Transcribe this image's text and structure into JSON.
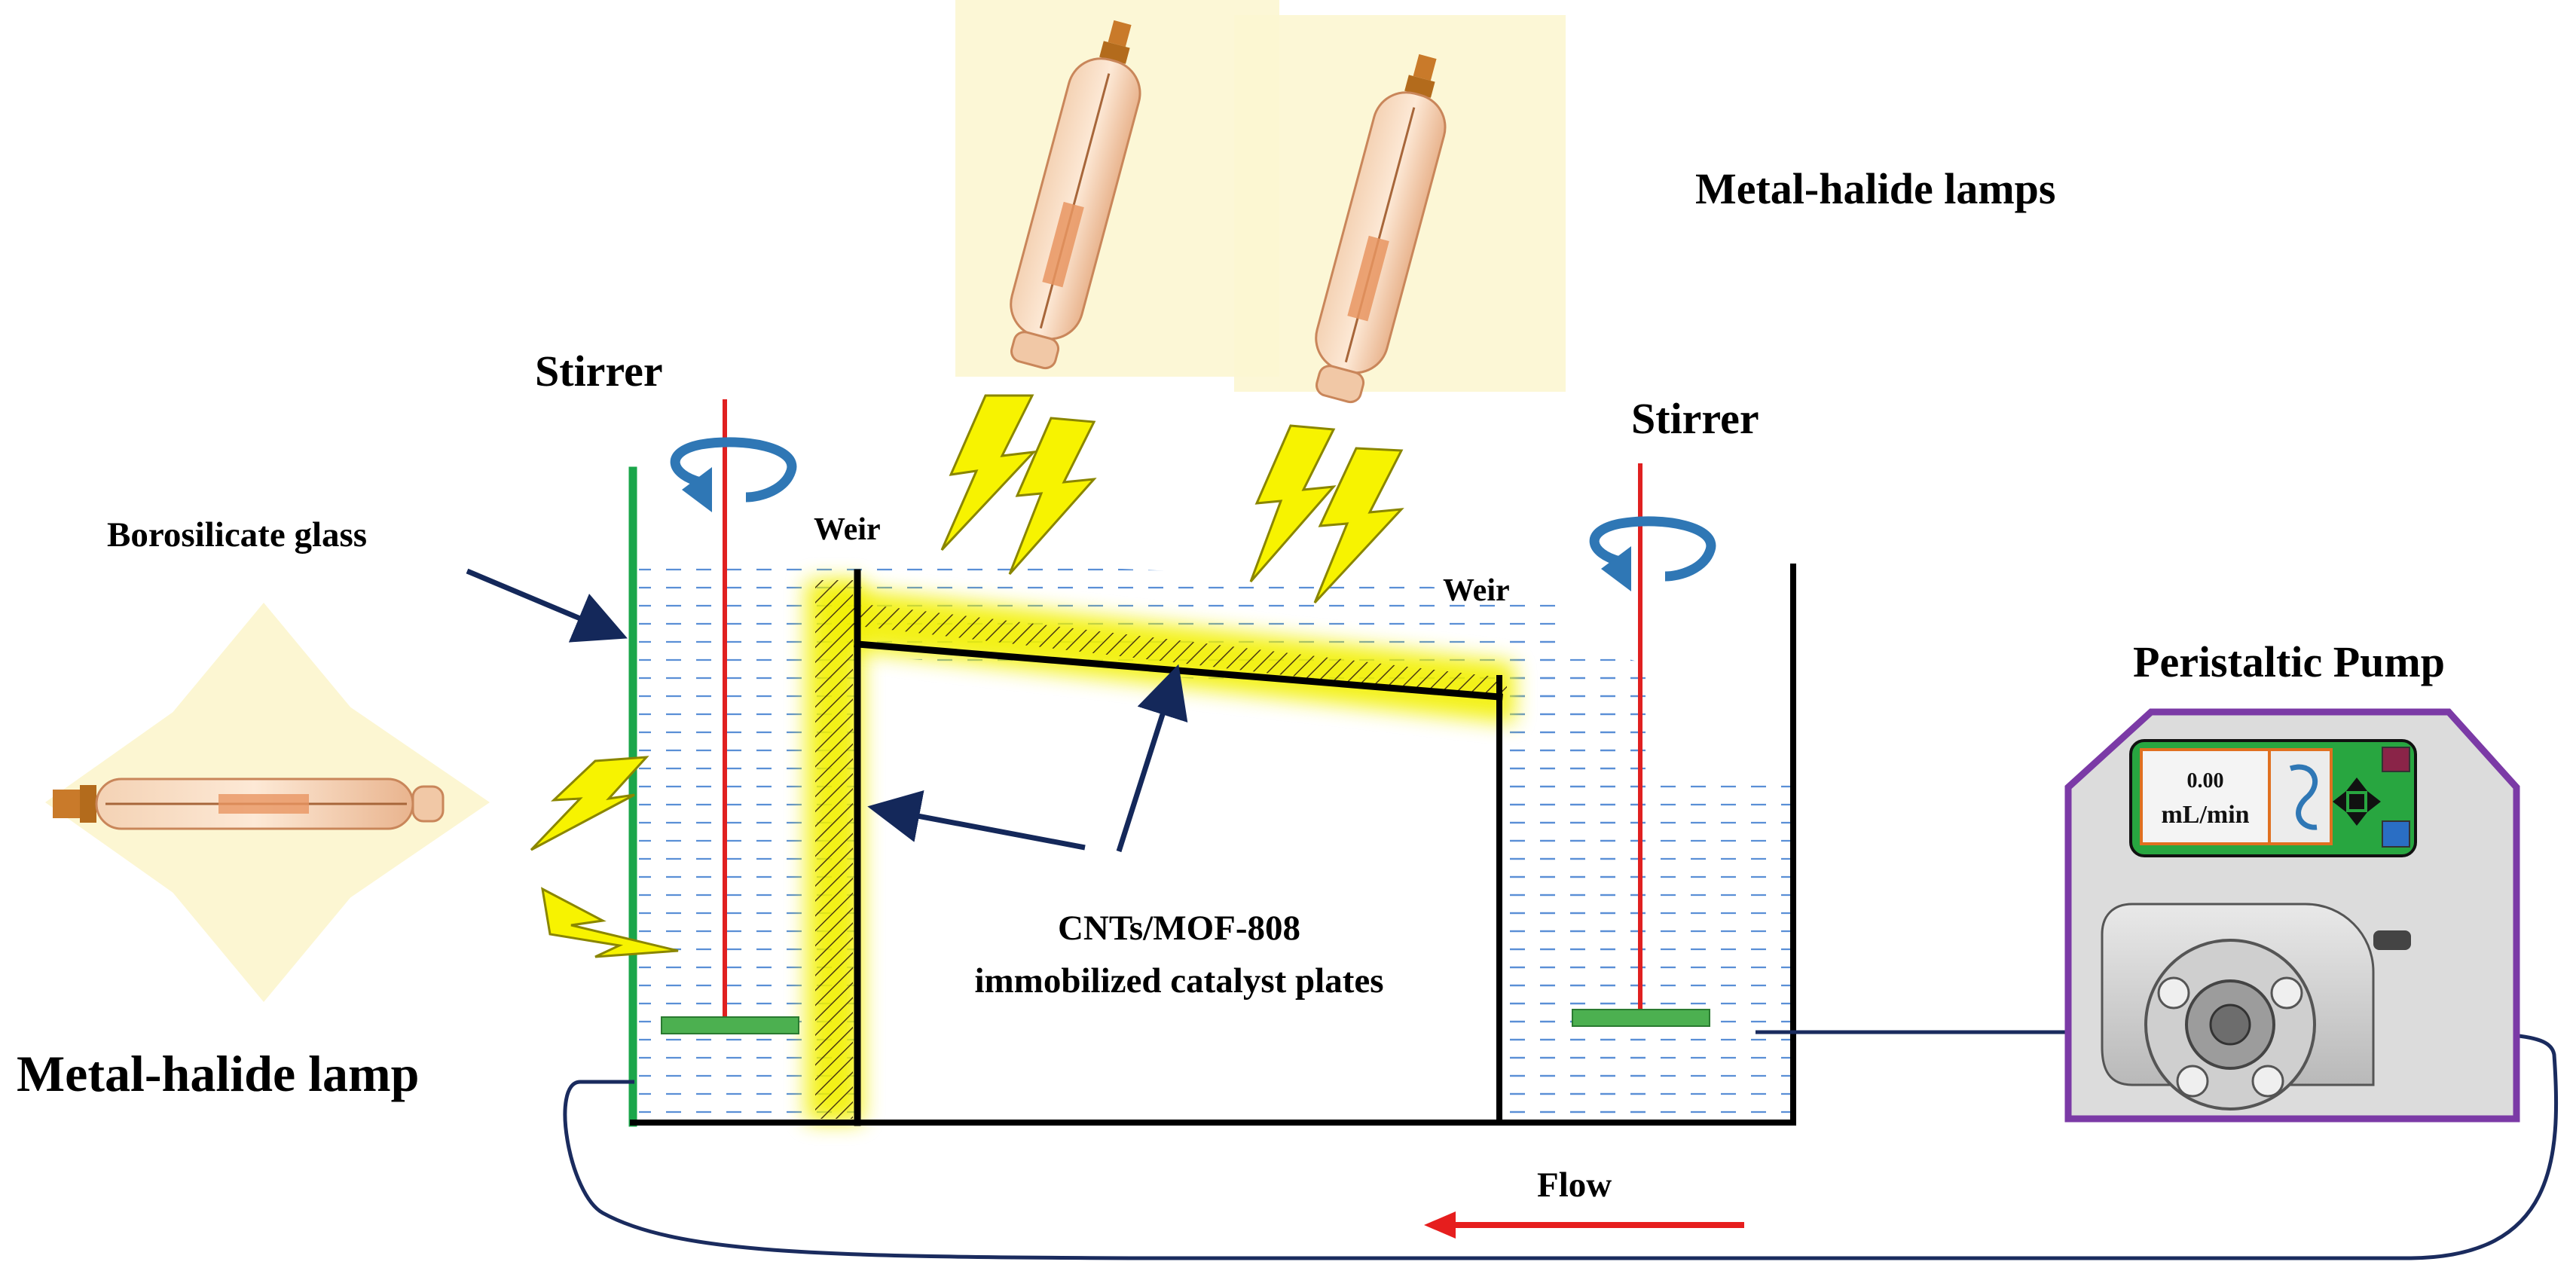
{
  "labels": {
    "metal_halide_lamps": "Metal-halide lamps",
    "metal_halide_lamp": "Metal-halide lamp",
    "stirrer_left": "Stirrer",
    "stirrer_right": "Stirrer",
    "borosilicate_glass": "Borosilicate glass",
    "weir_left": "Weir",
    "weir_right": "Weir",
    "catalyst_line1": "CNTs/MOF-808",
    "catalyst_line2": "immobilized catalyst plates",
    "peristaltic_pump": "Peristaltic Pump",
    "flow": "Flow"
  },
  "pump_display": {
    "value": "0.00",
    "unit": "mL/min"
  },
  "icons": {
    "lamp": "metal-halide-lamp-icon",
    "lightning": "lightning-bolt-icon",
    "rotation": "rotation-arrow-icon",
    "pump_head": "pump-rotor-icon",
    "move": "four-way-arrow-icon"
  },
  "colors": {
    "water_dash": "#5a8fd6",
    "glass_wall": "#1aa64a",
    "stirrer_shaft": "#e02020",
    "stirrer_blade": "#4cb050",
    "catalyst_glow": "#f2f000",
    "lamp_glow": "#fcf6d2",
    "lightning": "#f7f300",
    "rotation_arrow": "#2f77b5",
    "tube": "#1a2b5e",
    "flow_arrow": "#e61e1e",
    "pump_border": "#7b3aa6",
    "pump_display": "#28a640"
  }
}
